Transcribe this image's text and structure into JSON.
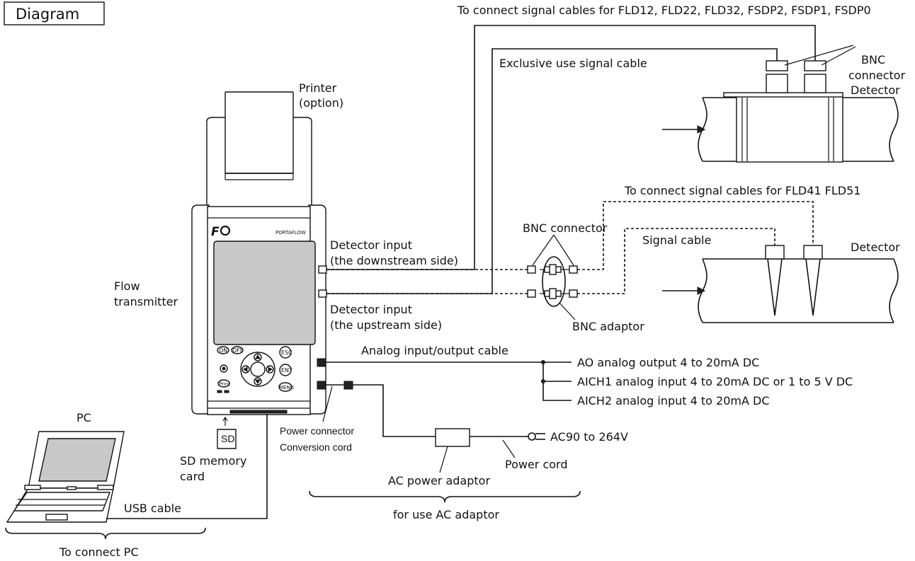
{
  "title": "Diagram",
  "labels": {
    "top_cables": "To connect signal cables for FLD12, FLD22, FLD32, FSDP2, FSDP1, FSDP0",
    "exclusive_cable": "Exclusive use signal cable",
    "bnc_top_1": "BNC",
    "bnc_top_2": "connector",
    "detector_top": "Detector",
    "printer_1": "Printer",
    "printer_2": "(option)",
    "device_brand": "PORTAFLOW",
    "flow_tx_1": "Flow",
    "flow_tx_2": "transmitter",
    "det_in_down_1": "Detector input",
    "det_in_down_2": "(the downstream side)",
    "det_in_up_1": "Detector input",
    "det_in_up_2": "(the upstream side)",
    "bnc_connector_mid": "BNC connector",
    "bnc_adaptor": "BNC adaptor",
    "mid_cables": "To connect signal cables for FLD41 FLD51",
    "signal_cable": "Signal cable",
    "detector_mid": "Detector",
    "analog_cable": "Analog input/output cable",
    "ao": "AO analog output 4 to 20mA DC",
    "aich1": "AICH1 analog input 4 to 20mA DC or 1 to 5 V DC",
    "aich2": "AICH2 analog input 4 to 20mA DC",
    "pc": "PC",
    "sd": "SD",
    "sd_card_1": "SD memory",
    "sd_card_2": "card",
    "power_conn_1": "Power connector",
    "power_conn_2": "Conversion cord",
    "ac_range": "AC90 to 264V",
    "power_cord": "Power cord",
    "ac_adaptor": "AC power adaptor",
    "usb_cable": "USB cable",
    "for_ac": "for use AC adaptor",
    "connect_pc": "To connect PC"
  },
  "keys": {
    "on": "ON",
    "off": "OFF",
    "esc": "ESC",
    "ent": "ENT",
    "print": "Print",
    "menu": "MENU"
  }
}
